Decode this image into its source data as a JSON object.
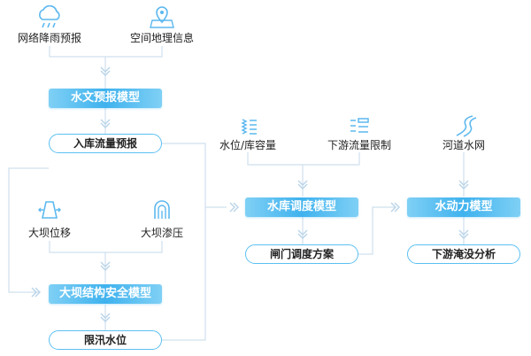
{
  "inputs": {
    "rain": "网络降雨预报",
    "gis": "空间地理信息",
    "water_level": "水位/库容量",
    "downstream_limit": "下游流量限制",
    "river_net": "河道水网",
    "dam_displacement": "大坝位移",
    "dam_seepage": "大坝渗压"
  },
  "models": {
    "hydrology": "水文预报模型",
    "reservoir": "水库调度模型",
    "hydrodynamic": "水动力模型",
    "dam_safety": "大坝结构安全模型"
  },
  "outputs": {
    "inflow_forecast": "入库流量预报",
    "gate_plan": "闸门调度方案",
    "flood_analysis": "下游淹没分析",
    "flood_limit_level": "限汛水位"
  },
  "colors": {
    "accent": "#3fb2ee",
    "line": "#c9dbea",
    "icon": "#5cb8ef"
  }
}
